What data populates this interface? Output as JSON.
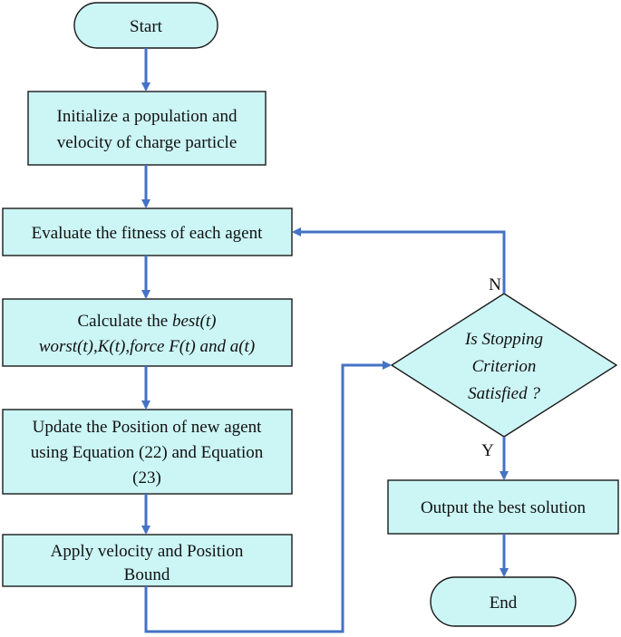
{
  "flowchart": {
    "start": "Start",
    "init": {
      "line1": "Initialize a population and",
      "line2": "velocity of charge particle"
    },
    "evaluate": "Evaluate the fitness of each agent",
    "calculate": {
      "line1_plain": "Calculate the ",
      "line1_italic": "best(t)",
      "line2": "worst(t),K(t),force F(t) and a(t)"
    },
    "update": {
      "line1": "Update the Position of new agent",
      "line2": "using Equation (22) and Equation",
      "line3": "(23)"
    },
    "apply": {
      "line1": "Apply velocity and Position",
      "line2": "Bound"
    },
    "decision": {
      "line1": "Is Stopping",
      "line2": "Criterion",
      "line3": "Satisfied ?"
    },
    "no_label": "N",
    "yes_label": "Y",
    "output": "Output the best solution",
    "end": "End"
  },
  "colors": {
    "fill": "#ccf5f5",
    "stroke": "#1a1a1a",
    "arrow": "#4472c4"
  }
}
